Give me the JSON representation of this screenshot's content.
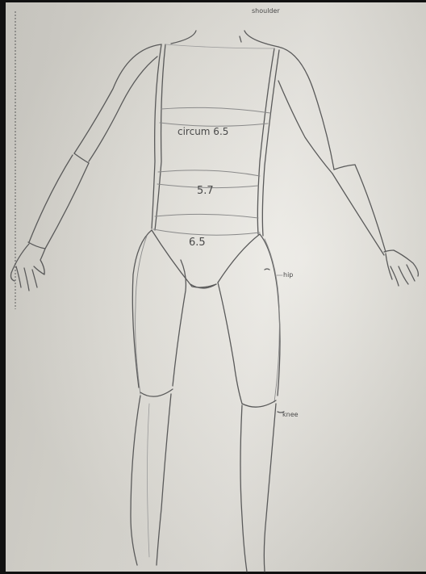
{
  "labels": {
    "shoulder": "shoulder",
    "chest": "circum 6.5",
    "waist": "5.7",
    "hips": "6.5",
    "hip": "hip",
    "knee": "knee"
  },
  "colors": {
    "pencil": "#4a4a4a",
    "paper": "#e3e1da"
  }
}
